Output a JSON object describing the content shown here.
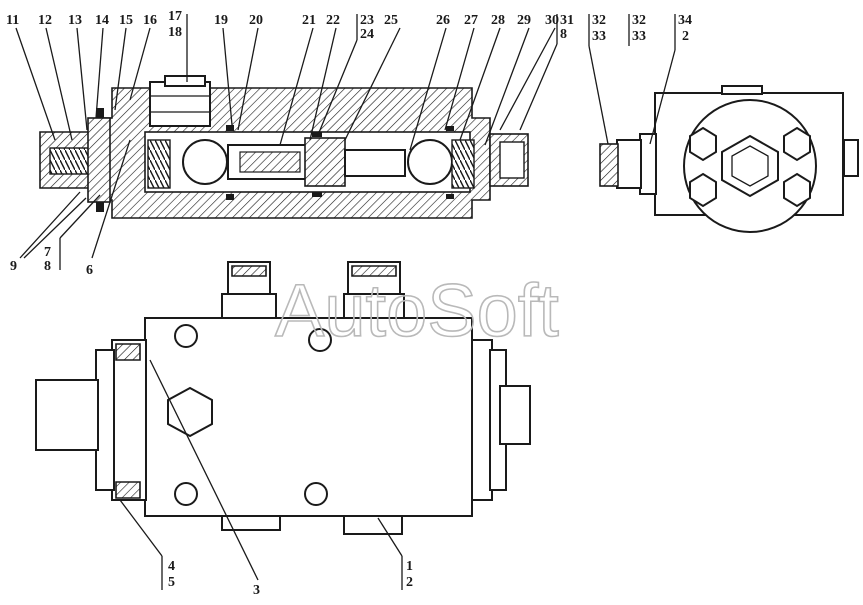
{
  "watermark": "AutoSoft",
  "callouts": {
    "top": [
      {
        "id": "c11",
        "text": "11"
      },
      {
        "id": "c12",
        "text": "12"
      },
      {
        "id": "c13",
        "text": "13"
      },
      {
        "id": "c14",
        "text": "14"
      },
      {
        "id": "c15",
        "text": "15"
      },
      {
        "id": "c16",
        "text": "16"
      },
      {
        "id": "c17",
        "text": "17"
      },
      {
        "id": "c18",
        "text": "18"
      },
      {
        "id": "c19",
        "text": "19"
      },
      {
        "id": "c20",
        "text": "20"
      },
      {
        "id": "c21",
        "text": "21"
      },
      {
        "id": "c22",
        "text": "22"
      },
      {
        "id": "c23",
        "text": "23"
      },
      {
        "id": "c24",
        "text": "24"
      },
      {
        "id": "c25",
        "text": "25"
      },
      {
        "id": "c26",
        "text": "26"
      },
      {
        "id": "c27",
        "text": "27"
      },
      {
        "id": "c28",
        "text": "28"
      },
      {
        "id": "c29",
        "text": "29"
      },
      {
        "id": "c30",
        "text": "30"
      },
      {
        "id": "c31",
        "text": "31"
      },
      {
        "id": "c8a",
        "text": "8"
      },
      {
        "id": "c32a",
        "text": "32"
      },
      {
        "id": "c33a",
        "text": "33"
      },
      {
        "id": "c32b",
        "text": "32"
      },
      {
        "id": "c33b",
        "text": "33"
      },
      {
        "id": "c34",
        "text": "34"
      },
      {
        "id": "c2a",
        "text": "2"
      }
    ],
    "left": [
      {
        "id": "c9",
        "text": "9"
      },
      {
        "id": "c7",
        "text": "7"
      },
      {
        "id": "c8b",
        "text": "8"
      },
      {
        "id": "c6",
        "text": "6"
      }
    ],
    "bottom": [
      {
        "id": "c4",
        "text": "4"
      },
      {
        "id": "c5",
        "text": "5"
      },
      {
        "id": "c3",
        "text": "3"
      },
      {
        "id": "c1",
        "text": "1"
      },
      {
        "id": "c2b",
        "text": "2"
      }
    ]
  }
}
